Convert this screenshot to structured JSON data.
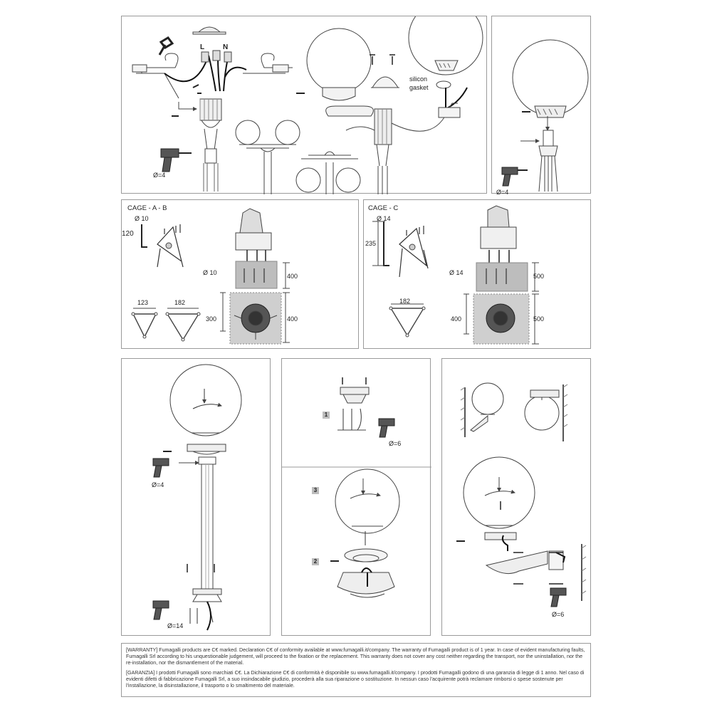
{
  "panel1": {
    "label_L": "L",
    "label_N": "N",
    "silicon_gasket_line1": "silicon",
    "silicon_gasket_line2": "gasket",
    "drill_size": "Ø=4"
  },
  "panel2": {
    "drill_size": "Ø=4"
  },
  "cage_ab": {
    "title": "CAGE - A - B",
    "bolt_diameter": "Ø 10",
    "bolt_length": "120",
    "hole_diameter": "Ø 10",
    "depth_top": "400",
    "width_1": "123",
    "width_2": "182",
    "height_inner": "300",
    "height_outer": "400"
  },
  "cage_c": {
    "title": "CAGE - C",
    "bolt_diameter": "Ø 14",
    "bolt_length": "235",
    "hole_diameter": "Ø 14",
    "depth_top": "500",
    "width": "182",
    "height_inner": "400",
    "height_outer": "500"
  },
  "pole_panel": {
    "drill_top": "Ø=4",
    "drill_bottom": "Ø=14"
  },
  "base_panel": {
    "step1": "1",
    "step2": "2",
    "step3": "3",
    "drill_size": "Ø=6"
  },
  "wall_panel": {
    "drill_size": "Ø=6"
  },
  "warranty": {
    "en": "[WARRANTY] Fumagalli products are C€ marked. Declaration C€ of conformity available at www.fumagalli.it/company. The warranty of Fumagalli product is of 1 year. In case of evident manufacturing faults, Fumagalli Srl according to his unquestionable judgement, will proceed to the fixation or the replacement. This warranty does not cover any cost neither regarding the transport, nor the uninstallation, nor the re-installation, nor the dismantlement of the material.",
    "it": "[GARANZIA] I prodotti Fumagalli sono marchiati C€. La Dichiarazione C€ di conformità è disponibile su www.fumagalli.it/company. I prodotti Fumagalli godono di una garanzia di legge di 1 anno. Nel caso di evidenti difetti di fabbricazione Fumagalli Srl, a suo insindacabile giudizio, procederà alla sua riparazione o sostituzione. In nessun caso l'acquirente potrà reclamare rimborsi o spese sostenute per l'installazione, la disinstallazione, il trasporto o lo smaltimento del materiale."
  }
}
